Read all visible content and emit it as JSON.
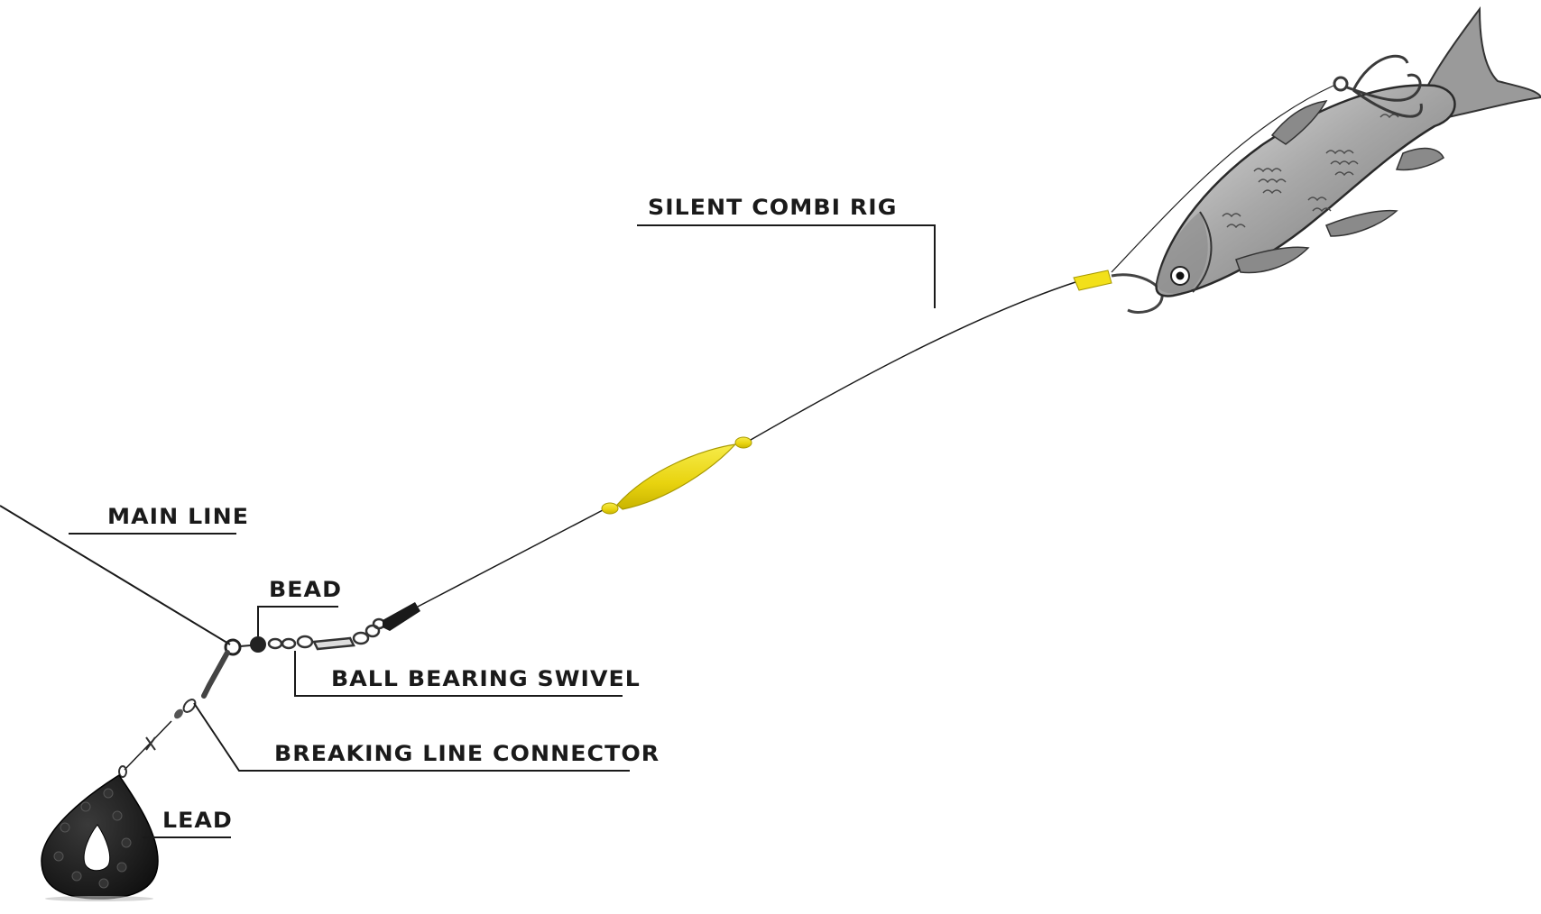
{
  "labels": {
    "silent_combi_rig": "SILENT COMBI RIG",
    "main_line": "MAIN LINE",
    "bead": "BEAD",
    "ball_bearing_swivel": "BALL BEARING SWIVEL",
    "breaking_line_connector": "BREAKING LINE CONNECTOR",
    "lead": "LEAD"
  },
  "colors": {
    "background": "#ffffff",
    "line": "#1a1a1a",
    "float_yellow": "#f2e01a",
    "lead_black": "#1c1c1c",
    "fish_grey": "#9a9a9a"
  }
}
